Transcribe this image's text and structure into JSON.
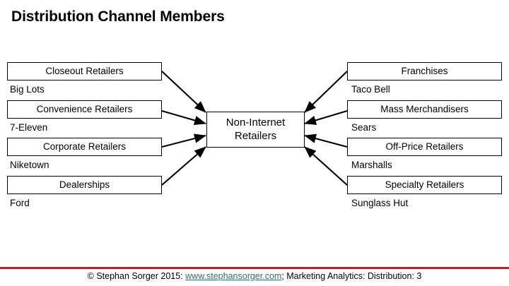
{
  "slide": {
    "title": "Distribution Channel Members"
  },
  "center": {
    "line1": "Non-Internet",
    "line2": "Retailers"
  },
  "left_column": [
    {
      "box": "Closeout Retailers",
      "example": "Big Lots"
    },
    {
      "box": "Convenience Retailers",
      "example": "7-Eleven"
    },
    {
      "box": "Corporate Retailers",
      "example": "Niketown"
    },
    {
      "box": "Dealerships",
      "example": "Ford"
    }
  ],
  "right_column": [
    {
      "box": "Franchises",
      "example": "Taco Bell"
    },
    {
      "box": "Mass Merchandisers",
      "example": "Sears"
    },
    {
      "box": "Off-Price Retailers",
      "example": "Marshalls"
    },
    {
      "box": "Specialty Retailers",
      "example": "Sunglass Hut"
    }
  ],
  "footer": {
    "copyright": "© Stephan Sorger 2015: ",
    "link": "www.stephansorger.com",
    "tail": "; Marketing Analytics: Distribution: 3"
  },
  "colors": {
    "rule": "#C0202A",
    "link": "#2F6B6B",
    "stroke": "#000000"
  }
}
